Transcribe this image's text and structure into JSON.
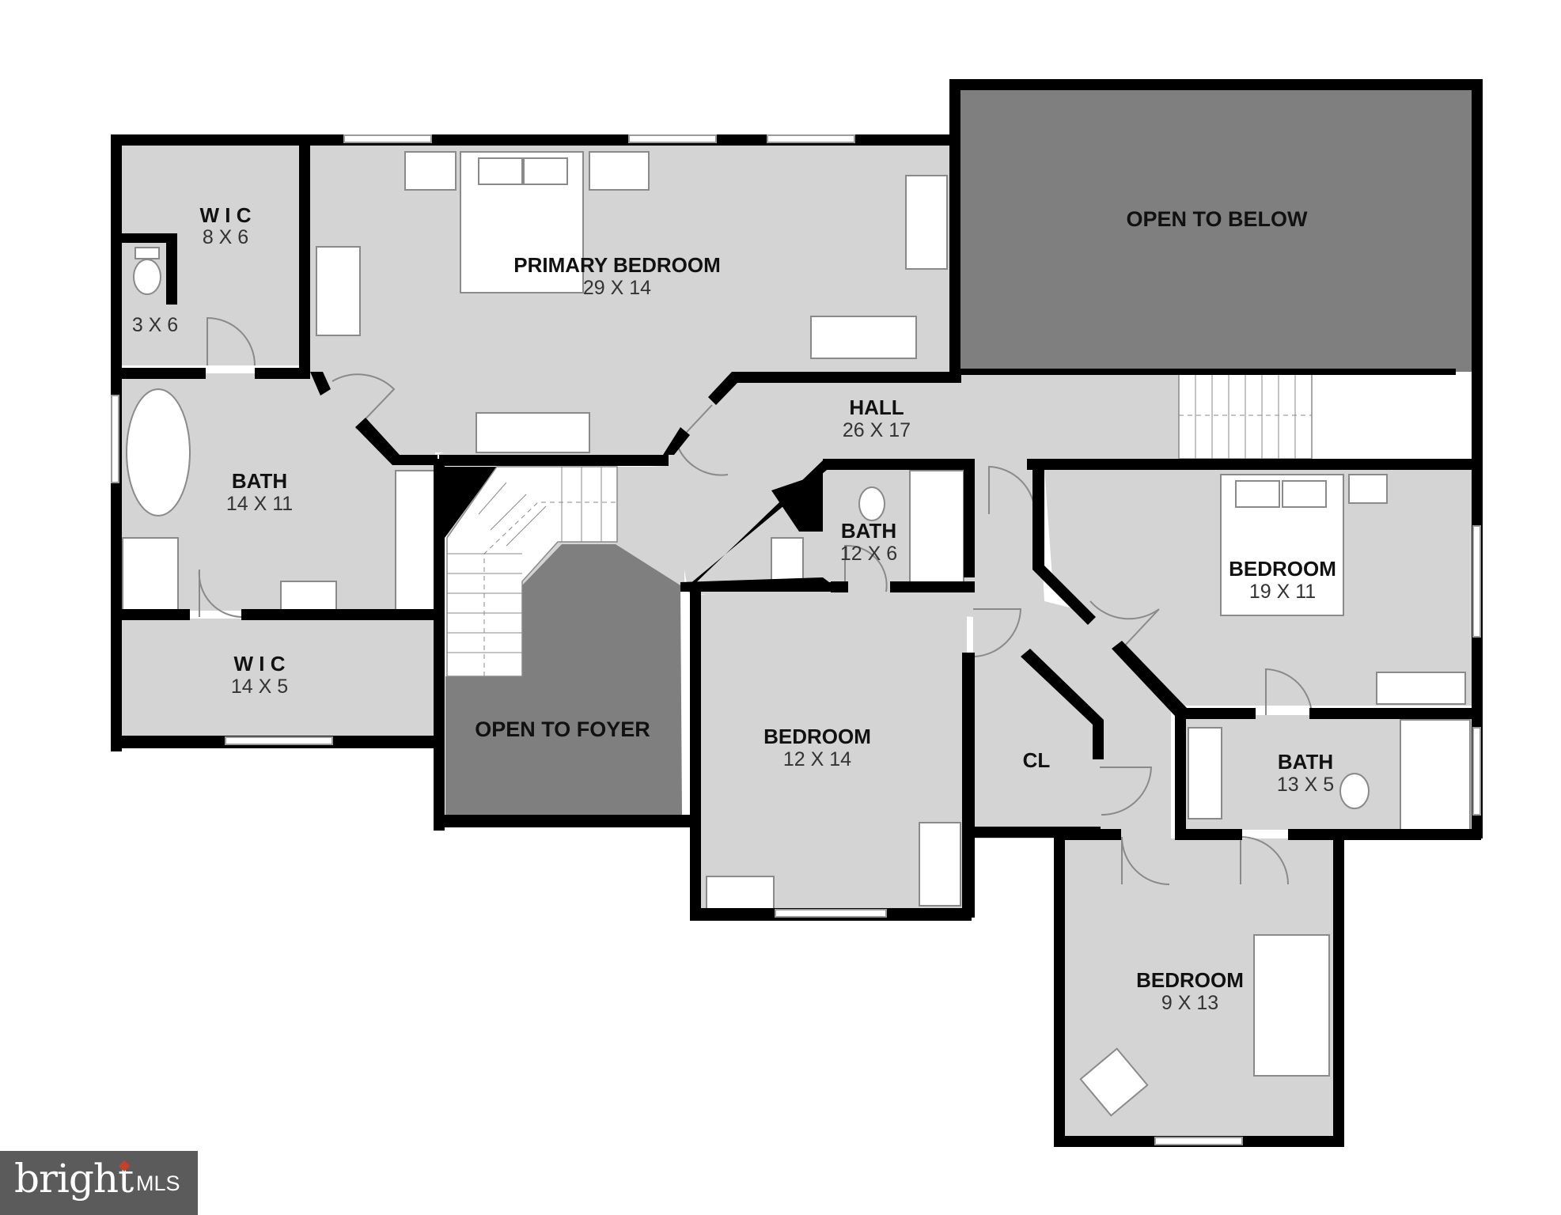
{
  "rooms": {
    "wic_top": {
      "name": "W I C",
      "dims": "8 X 6"
    },
    "toilet_room": {
      "dims": "3 X 6"
    },
    "primary_bedroom": {
      "name": "PRIMARY BEDROOM",
      "dims": "29 X 14"
    },
    "open_below": {
      "name": "OPEN TO BELOW"
    },
    "hall": {
      "name": "HALL",
      "dims": "26 X 17"
    },
    "primary_bath": {
      "name": "BATH",
      "dims": "14 X 11"
    },
    "bath_small": {
      "name": "BATH",
      "dims": "12 X 6"
    },
    "bedroom_right": {
      "name": "BEDROOM",
      "dims": "19 X 11"
    },
    "wic_bottom": {
      "name": "W I C",
      "dims": "14 X 5"
    },
    "open_foyer": {
      "name": "OPEN TO FOYER"
    },
    "bedroom_center": {
      "name": "BEDROOM",
      "dims": "12 X 14"
    },
    "closet": {
      "name": "CL"
    },
    "bath_right": {
      "name": "BATH",
      "dims": "13 X 5"
    },
    "bedroom_bottom": {
      "name": "BEDROOM",
      "dims": "9 X 13"
    }
  },
  "logo": {
    "word": "bright",
    "suffix": "MLS"
  },
  "colors": {
    "floor": "#d4d4d4",
    "open_area": "#7f7f7f",
    "wall": "#000000",
    "logo_bg": "#5b5b5b"
  }
}
